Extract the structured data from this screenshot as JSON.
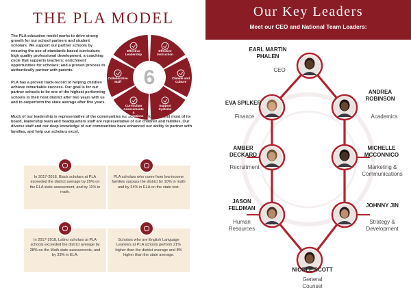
{
  "left": {
    "title": "THE PLA MODEL",
    "paragraphs": [
      "The PLA education model works to drive strong growth for our school partners and student scholars. We support our partner schools by ensuring the use of standards-based curriculum; high quality professional development; a coaching cycle that supports teachers; enrichment opportunities for scholars; and a proven process to authentically partner with parents.",
      "PLA has a proven track-record of helping children achieve remarkable success. Our goal is for our partner schools to be one of the highest performing schools in their host district after two years with us and to outperform the state average after five years.",
      "Much of our leadership is representative of the communities we serve. The founder and most of its board, leadership team and headquarters staff are representative of our children and families. Our diverse staff and our deep knowledge of our communities have enhanced our ability to partner with families, and help our scholars excel."
    ],
    "wheel": {
      "center_number": "6",
      "segments": [
        {
          "label": "Effective Leadership",
          "icon": "leadership-icon"
        },
        {
          "label": "Effective Instruction",
          "icon": "instruction-icon"
        },
        {
          "label": "Climate and Culture",
          "icon": "culture-icon"
        },
        {
          "label": "Support Systems",
          "icon": "support-icon"
        },
        {
          "label": "Curriculum Assessments & Interventions",
          "icon": "curriculum-icon"
        },
        {
          "label": "Collaborative Staff",
          "icon": "staff-icon"
        }
      ]
    },
    "stats": [
      "In 2017-2018, Black scholars at PLA exceeded the district average by 29% on the ELA state assessment, and by 11% in math.",
      "PLA scholars who come from low-income families surpass the district by 10% in math and by 24% in ELA on the state test.",
      "In 2017-2018, Latino scholars at PLA schools exceeded the district average by 28% on the Math state assessments, and by 33% in ELA.",
      "Scholars who are English Language Learners at PLA schools perform 21% higher than the district average and 8% higher than the state average."
    ],
    "stat_icon": "apple-icon"
  },
  "right": {
    "title": "Our Key Leaders",
    "subtitle": "Meet our CEO and National Team Leaders:",
    "leaders": [
      {
        "name": "EARL MARTIN\nPHALEN",
        "role": "CEO"
      },
      {
        "name": "EVA SPILKER",
        "role": "Finance"
      },
      {
        "name": "ANDREA\nROBINSON",
        "role": "Academics"
      },
      {
        "name": "AMBER\nDECKARD",
        "role": "Recruitment"
      },
      {
        "name": "MICHELLE\nMCCONNICO",
        "role": "Marketing &\nCommunications"
      },
      {
        "name": "JASON\nFELDMAN",
        "role": "Human\nResources"
      },
      {
        "name": "JOHNNY JIN",
        "role": "Strategy &\nDevelopment"
      },
      {
        "name": "NICOLE SCOTT",
        "role": "General\nCounsel"
      }
    ]
  },
  "colors": {
    "brand": "#8a1c26",
    "stat_bg": "#f7ebdb",
    "line": "#b2222e"
  }
}
